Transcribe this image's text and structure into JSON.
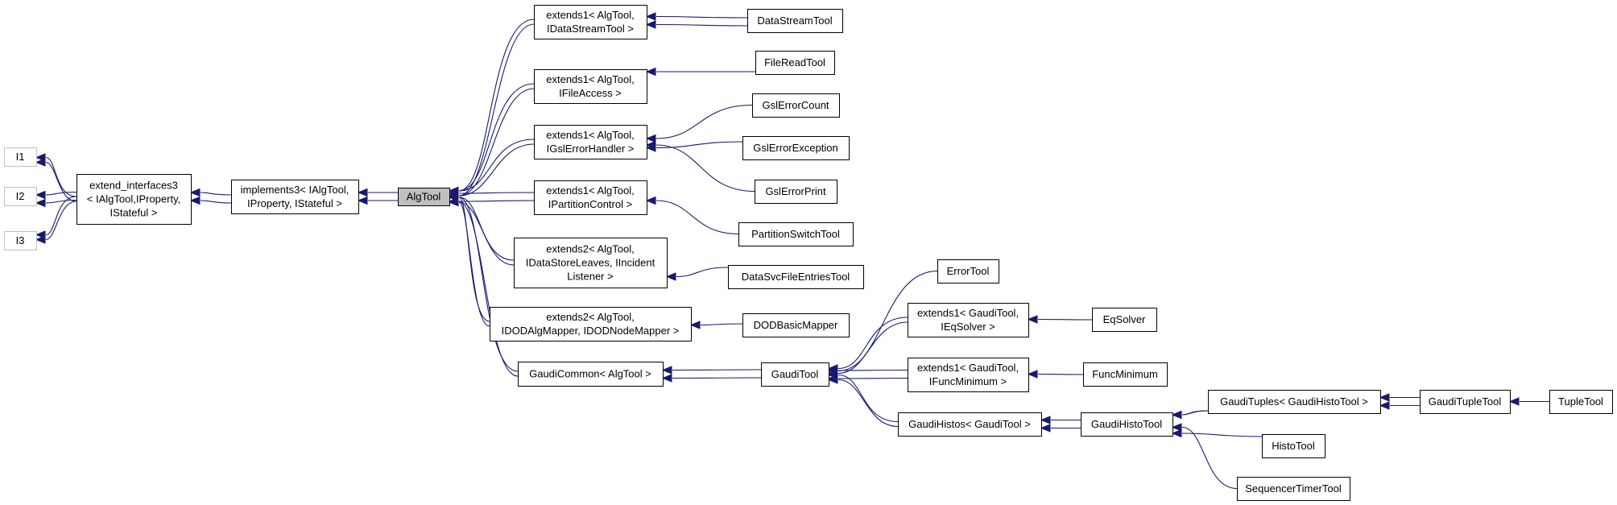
{
  "diagram": {
    "nodes": [
      {
        "id": "I1",
        "lines": [
          "I1"
        ],
        "style": "ghost"
      },
      {
        "id": "I2",
        "lines": [
          "I2"
        ],
        "style": "ghost"
      },
      {
        "id": "I3",
        "lines": [
          "I3"
        ],
        "style": "ghost"
      },
      {
        "id": "extend_interfaces3",
        "lines": [
          "extend_interfaces3",
          "< IAlgTool,IProperty,",
          "IStateful >"
        ],
        "style": "normal"
      },
      {
        "id": "implements3",
        "lines": [
          "implements3< IAlgTool,",
          "IProperty, IStateful >"
        ],
        "style": "normal"
      },
      {
        "id": "AlgTool",
        "lines": [
          "AlgTool"
        ],
        "style": "focus"
      },
      {
        "id": "ext_datastream",
        "lines": [
          "extends1< AlgTool,",
          "IDataStreamTool >"
        ],
        "style": "normal"
      },
      {
        "id": "ext_fileaccess",
        "lines": [
          "extends1< AlgTool,",
          "IFileAccess >"
        ],
        "style": "normal"
      },
      {
        "id": "ext_gslerror",
        "lines": [
          "extends1< AlgTool,",
          "IGslErrorHandler >"
        ],
        "style": "normal"
      },
      {
        "id": "ext_partition",
        "lines": [
          "extends1< AlgTool,",
          "IPartitionControl >"
        ],
        "style": "normal"
      },
      {
        "id": "ext2_datastore",
        "lines": [
          "extends2< AlgTool,",
          "IDataStoreLeaves, IIncident",
          "Listener >"
        ],
        "style": "normal"
      },
      {
        "id": "ext2_dod",
        "lines": [
          "extends2< AlgTool,",
          "IDODAlgMapper, IDODNodeMapper >"
        ],
        "style": "normal"
      },
      {
        "id": "GaudiCommon",
        "lines": [
          "GaudiCommon< AlgTool >"
        ],
        "style": "normal"
      },
      {
        "id": "DataStreamTool",
        "lines": [
          "DataStreamTool"
        ],
        "style": "normal"
      },
      {
        "id": "FileReadTool",
        "lines": [
          "FileReadTool"
        ],
        "style": "normal"
      },
      {
        "id": "GslErrorCount",
        "lines": [
          "GslErrorCount"
        ],
        "style": "normal"
      },
      {
        "id": "GslErrorException",
        "lines": [
          "GslErrorException"
        ],
        "style": "normal"
      },
      {
        "id": "GslErrorPrint",
        "lines": [
          "GslErrorPrint"
        ],
        "style": "normal"
      },
      {
        "id": "PartitionSwitchTool",
        "lines": [
          "PartitionSwitchTool"
        ],
        "style": "normal"
      },
      {
        "id": "DataSvcFileEntriesTool",
        "lines": [
          "DataSvcFileEntriesTool"
        ],
        "style": "normal"
      },
      {
        "id": "DODBasicMapper",
        "lines": [
          "DODBasicMapper"
        ],
        "style": "normal"
      },
      {
        "id": "GaudiTool",
        "lines": [
          "GaudiTool"
        ],
        "style": "normal"
      },
      {
        "id": "ErrorTool",
        "lines": [
          "ErrorTool"
        ],
        "style": "normal"
      },
      {
        "id": "ext_eqsolver",
        "lines": [
          "extends1< GaudiTool,",
          "IEqSolver >"
        ],
        "style": "normal"
      },
      {
        "id": "EqSolver",
        "lines": [
          "EqSolver"
        ],
        "style": "normal"
      },
      {
        "id": "ext_funcmin",
        "lines": [
          "extends1< GaudiTool,",
          "IFuncMinimum >"
        ],
        "style": "normal"
      },
      {
        "id": "FuncMinimum",
        "lines": [
          "FuncMinimum"
        ],
        "style": "normal"
      },
      {
        "id": "GaudiHistos",
        "lines": [
          "GaudiHistos< GaudiTool >"
        ],
        "style": "normal"
      },
      {
        "id": "GaudiHistoTool",
        "lines": [
          "GaudiHistoTool"
        ],
        "style": "normal"
      },
      {
        "id": "GaudiTuples",
        "lines": [
          "GaudiTuples< GaudiHistoTool >"
        ],
        "style": "normal"
      },
      {
        "id": "GaudiTupleTool",
        "lines": [
          "GaudiTupleTool"
        ],
        "style": "normal"
      },
      {
        "id": "TupleTool",
        "lines": [
          "TupleTool"
        ],
        "style": "normal"
      },
      {
        "id": "HistoTool",
        "lines": [
          "HistoTool"
        ],
        "style": "normal"
      },
      {
        "id": "SequencerTimerTool",
        "lines": [
          "SequencerTimerTool"
        ],
        "style": "normal"
      }
    ],
    "edges": [
      {
        "from": "extend_interfaces3",
        "to": "I1"
      },
      {
        "from": "extend_interfaces3",
        "to": "I1"
      },
      {
        "from": "extend_interfaces3",
        "to": "I2"
      },
      {
        "from": "extend_interfaces3",
        "to": "I2"
      },
      {
        "from": "extend_interfaces3",
        "to": "I3"
      },
      {
        "from": "extend_interfaces3",
        "to": "I3"
      },
      {
        "from": "implements3",
        "to": "extend_interfaces3"
      },
      {
        "from": "implements3",
        "to": "extend_interfaces3"
      },
      {
        "from": "AlgTool",
        "to": "implements3"
      },
      {
        "from": "AlgTool",
        "to": "implements3"
      },
      {
        "from": "ext_datastream",
        "to": "AlgTool"
      },
      {
        "from": "ext_datastream",
        "to": "AlgTool"
      },
      {
        "from": "ext_fileaccess",
        "to": "AlgTool"
      },
      {
        "from": "ext_fileaccess",
        "to": "AlgTool"
      },
      {
        "from": "ext_gslerror",
        "to": "AlgTool"
      },
      {
        "from": "ext_gslerror",
        "to": "AlgTool"
      },
      {
        "from": "ext_partition",
        "to": "AlgTool"
      },
      {
        "from": "ext_partition",
        "to": "AlgTool"
      },
      {
        "from": "ext2_datastore",
        "to": "AlgTool"
      },
      {
        "from": "ext2_datastore",
        "to": "AlgTool"
      },
      {
        "from": "ext2_dod",
        "to": "AlgTool"
      },
      {
        "from": "ext2_dod",
        "to": "AlgTool"
      },
      {
        "from": "GaudiCommon",
        "to": "AlgTool"
      },
      {
        "from": "GaudiCommon",
        "to": "AlgTool"
      },
      {
        "from": "DataStreamTool",
        "to": "ext_datastream"
      },
      {
        "from": "DataStreamTool",
        "to": "ext_datastream"
      },
      {
        "from": "FileReadTool",
        "to": "ext_fileaccess"
      },
      {
        "from": "GslErrorCount",
        "to": "ext_gslerror"
      },
      {
        "from": "GslErrorException",
        "to": "ext_gslerror"
      },
      {
        "from": "GslErrorPrint",
        "to": "ext_gslerror"
      },
      {
        "from": "PartitionSwitchTool",
        "to": "ext_partition"
      },
      {
        "from": "DataSvcFileEntriesTool",
        "to": "ext2_datastore"
      },
      {
        "from": "DODBasicMapper",
        "to": "ext2_dod"
      },
      {
        "from": "GaudiTool",
        "to": "GaudiCommon"
      },
      {
        "from": "GaudiTool",
        "to": "GaudiCommon"
      },
      {
        "from": "ErrorTool",
        "to": "GaudiTool"
      },
      {
        "from": "ext_eqsolver",
        "to": "GaudiTool"
      },
      {
        "from": "ext_eqsolver",
        "to": "GaudiTool"
      },
      {
        "from": "EqSolver",
        "to": "ext_eqsolver"
      },
      {
        "from": "ext_funcmin",
        "to": "GaudiTool"
      },
      {
        "from": "ext_funcmin",
        "to": "GaudiTool"
      },
      {
        "from": "FuncMinimum",
        "to": "ext_funcmin"
      },
      {
        "from": "GaudiHistos",
        "to": "GaudiTool"
      },
      {
        "from": "GaudiHistos",
        "to": "GaudiTool"
      },
      {
        "from": "GaudiHistoTool",
        "to": "GaudiHistos"
      },
      {
        "from": "GaudiHistoTool",
        "to": "GaudiHistos"
      },
      {
        "from": "GaudiTuples",
        "to": "GaudiHistoTool"
      },
      {
        "from": "GaudiTuples",
        "to": "GaudiHistoTool"
      },
      {
        "from": "GaudiTupleTool",
        "to": "GaudiTuples"
      },
      {
        "from": "GaudiTupleTool",
        "to": "GaudiTuples"
      },
      {
        "from": "TupleTool",
        "to": "GaudiTupleTool"
      },
      {
        "from": "HistoTool",
        "to": "GaudiHistoTool"
      },
      {
        "from": "SequencerTimerTool",
        "to": "GaudiHistoTool"
      }
    ],
    "colors": {
      "edge": "#191970",
      "focus_fill": "#bfbfbf",
      "ghost_border": "#bfbfbf",
      "border": "#000000"
    }
  }
}
